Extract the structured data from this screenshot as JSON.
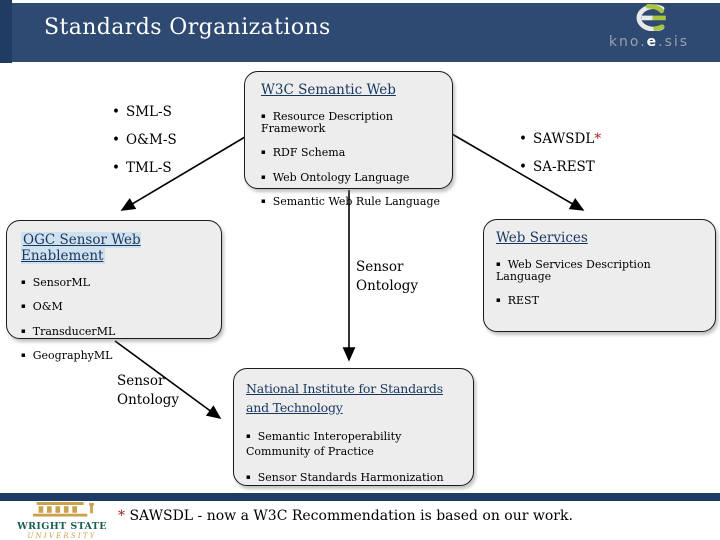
{
  "header": {
    "title": "Standards Organizations",
    "logo": {
      "part1": "kno.",
      "part2": "e",
      "part3": ".sis"
    }
  },
  "ui": {
    "bullet_square": "▪",
    "bullet_round": "•"
  },
  "diagram": {
    "w3c_box": {
      "title": "W3C Semantic Web",
      "items": [
        "Resource Description Framework",
        "RDF Schema",
        "Web Ontology Language",
        "Semantic Web Rule Language"
      ]
    },
    "left_list": {
      "items": [
        "SML-S",
        "O&M-S",
        "TML-S"
      ]
    },
    "right_list": {
      "sawsdl_label": "SAWSDL",
      "sawsdl_star": "*",
      "sarest_label": "SA-REST"
    },
    "ogc_box": {
      "title": "OGC Sensor Web Enablement",
      "items": [
        "SensorML",
        "O&M",
        "TransducerML",
        "GeographyML"
      ]
    },
    "web_services_box": {
      "title": "Web Services",
      "items": [
        "Web Services Description Language",
        "REST"
      ]
    },
    "nist_box": {
      "title": "National Institute for Standards and Technology",
      "items": [
        "Semantic Interoperability Community of Practice",
        "Sensor Standards Harmonization"
      ]
    },
    "sensor_ontology_label": {
      "line1": "Sensor",
      "line2": "Ontology"
    }
  },
  "footer": {
    "star": "*",
    "note": " SAWSDL - now a W3C Recommendation is based on our work.",
    "university": {
      "name": "WRIGHT STATE",
      "subtitle": "UNIVERSITY"
    }
  },
  "colors": {
    "header_navy": "#2e4a72",
    "header_navy_dark": "#203c62",
    "footer_bar_navy": "#1d3d66",
    "box_bg": "#ededed",
    "title_blue": "#17365d",
    "ogc_title_highlight": "#cfe0ee",
    "asterisk_red": "#a02020",
    "knoesis_green": "#a9c43c",
    "wright_green": "#1a5e52",
    "wright_gold": "#c9a24b"
  }
}
